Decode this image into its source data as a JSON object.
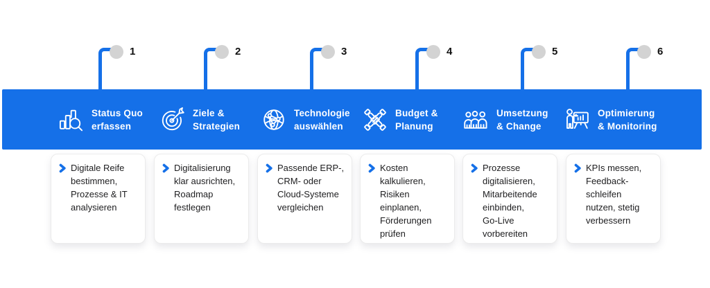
{
  "diagram": {
    "type": "process-steps",
    "language": "de",
    "accent_color": "#1570E8",
    "marker_color": "#D3D3D3",
    "card_background": "#FFFFFF",
    "step_count": "6"
  },
  "steps": [
    {
      "number": "1",
      "title": "Status Quo\nerfassen",
      "icon": "bar-chart-magnifier",
      "description": "Digitale Reife\nbestimmen,\nProzesse & IT\nanalysieren"
    },
    {
      "number": "2",
      "title": "Ziele &\nStrategien",
      "icon": "target-dart",
      "description": "Digitalisierung\nklar ausrichten,\nRoadmap\nfestlegen"
    },
    {
      "number": "3",
      "title": "Technologie\nauswählen",
      "icon": "globe-network",
      "description": "Passende ERP-,\nCRM- oder\nCloud-Systeme\nvergleichen"
    },
    {
      "number": "4",
      "title": "Budget &\nPlanung",
      "icon": "hands-teamwork",
      "description": "Kosten\nkalkulieren,\nRisiken\neinplanen,\nFörderungen\nprüfen"
    },
    {
      "number": "5",
      "title": "Umsetzung\n& Change",
      "icon": "people-group",
      "description": "Prozesse\ndigitalisieren,\nMitarbeitende\neinbinden,\nGo-Live\nvorbereiten"
    },
    {
      "number": "6",
      "title": "Optimierung\n& Monitoring",
      "icon": "presentation-chart",
      "description": "KPIs messen,\nFeedback-\nschleifen\nnutzen, stetig\nverbessern"
    }
  ]
}
